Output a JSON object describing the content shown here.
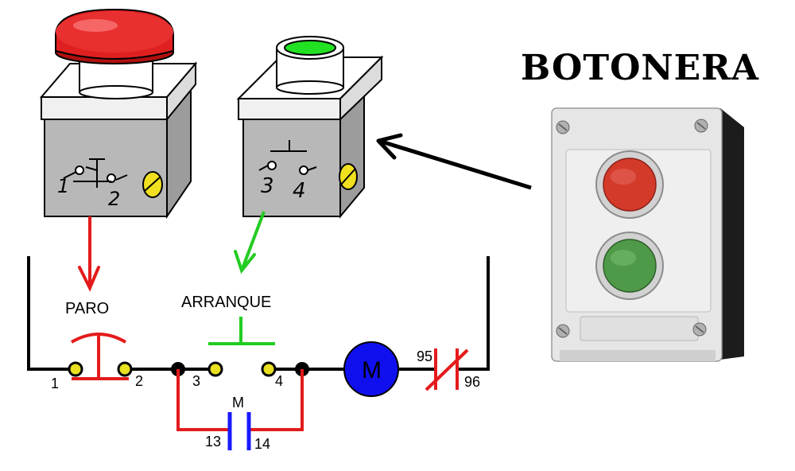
{
  "title": "BOTONERA",
  "labels": {
    "stop": "PARO",
    "start": "ARRANQUE",
    "motor": "M",
    "aux_contact": "M"
  },
  "terminals": {
    "t1": "1",
    "t2": "2",
    "t3": "3",
    "t4": "4",
    "t13": "13",
    "t14": "14",
    "t95": "95",
    "t96": "96"
  },
  "stop_button_body": {
    "left": "1",
    "right": "2"
  },
  "start_button_body": {
    "left": "3",
    "right": "4"
  },
  "colors": {
    "stop": "#e41b1b",
    "start": "#22cc22",
    "motor": "#1a1aff",
    "aux_contact": "#1a1aff",
    "wire": "#000000",
    "overload": "#e41b1b",
    "button_red": "#d43a2a",
    "button_green": "#4f9a48"
  },
  "icons": {
    "stop_button": "red-mushroom-pushbutton-icon",
    "start_button": "green-flush-pushbutton-icon",
    "control_station": "two-button-control-station-icon"
  }
}
